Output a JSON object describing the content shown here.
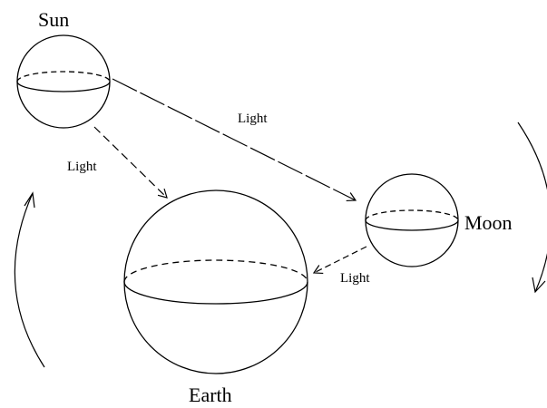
{
  "labels": {
    "sun": "Sun",
    "earth": "Earth",
    "moon": "Moon",
    "light_sun_moon": "Light",
    "light_sun_earth": "Light",
    "light_moon_earth": "Light"
  },
  "colors": {
    "stroke": "#000000",
    "background": "#ffffff"
  }
}
